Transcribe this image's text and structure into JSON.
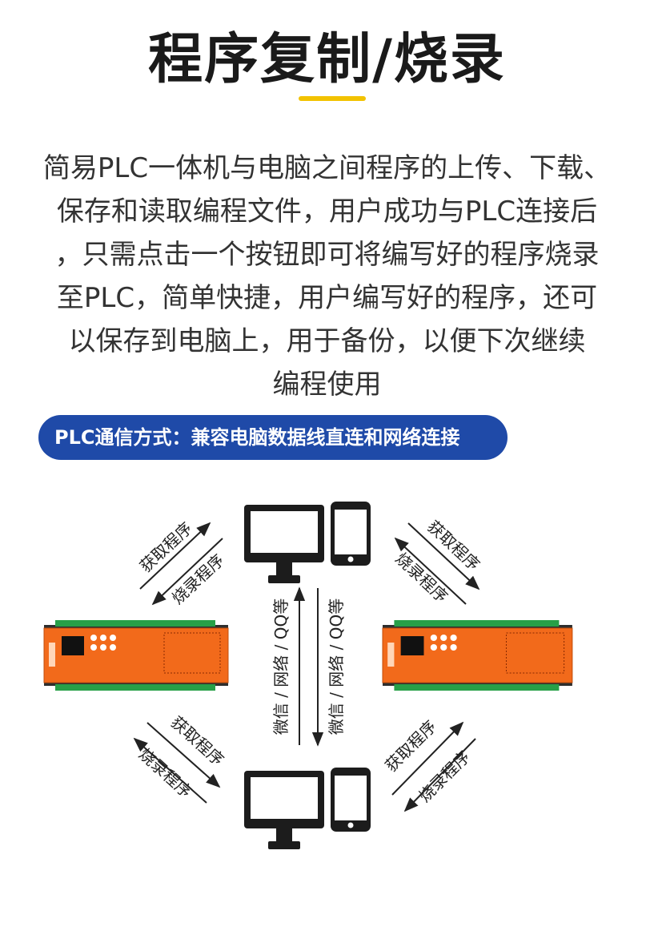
{
  "header": {
    "title": "程序复制/烧录",
    "accent_color": "#f2c200"
  },
  "description": {
    "lines": [
      "简易PLC一体机与电脑之间程序的上传、下载、",
      "保存和读取编程文件，用户成功与PLC连接后",
      "，只需点击一个按钮即可将编写好的程序烧录",
      "至PLC，简单快捷，用户编写好的程序，还可",
      "以保存到电脑上，用于备份，以便下次继续",
      "编程使用"
    ]
  },
  "banner": {
    "text": "PLC通信方式：兼容电脑数据线直连和网络连接",
    "color": "#1f4aa8"
  },
  "diagram": {
    "get_program_label": "获取程序",
    "burn_program_label": "烧录程序",
    "vertical_label": "微信 / 网络 / QQ等",
    "device_icons": [
      "monitor-icon",
      "phone-icon",
      "plc-controller"
    ],
    "plc_color": "#f26a1b"
  }
}
